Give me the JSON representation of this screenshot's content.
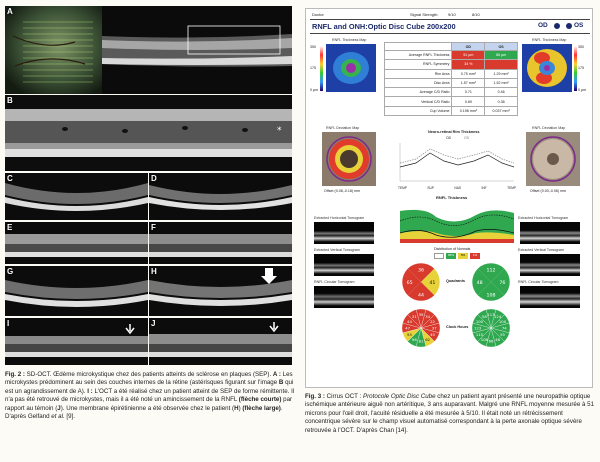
{
  "left_panels": [
    {
      "label": "A"
    },
    {
      "label": "B"
    },
    {
      "label": "C"
    },
    {
      "label": "D"
    },
    {
      "label": "E"
    },
    {
      "label": "F"
    },
    {
      "label": "G"
    },
    {
      "label": "H"
    },
    {
      "label": "I"
    },
    {
      "label": "J"
    }
  ],
  "fig2": {
    "head": "Fig. 2 :",
    "p1": " SD-OCT. Œdème microkystique chez des patients atteints de sclérose en plaques (SEP). ",
    "a": "A :",
    "p2": " Les microkystes prédominent au sein des couches internes de la rétine (astérisques figurant sur l'image ",
    "bref": "B",
    "p3": " qui est un agrandissement de A). ",
    "i": "I :",
    "p4": " L'OCT a été réalisé chez un patient atteint de SEP de forme rémittente. Il n'a pas été retrouvé de microkystes, mais il a été noté un amincissement de la RNFL ",
    "fc": "(flèche courte)",
    "p5": " par rapport au témoin (",
    "j": "J",
    "p6": "). Une membrane épirétinienne a été observée chez le patient (",
    "h": "H",
    "p7": ") ",
    "fl": "(flèche large)",
    "p8": ". D'après Gelfand ",
    "etal": "et al.",
    "p9": " [9]."
  },
  "fig3": {
    "head": "Fig. 3 :",
    "p1": " Cirrus OCT : ",
    "proto": "Protocole Optic Disc Cube",
    "p2": " chez un patient ayant présenté une neuropathie optique ischémique antérieure aiguë non artéritique, 3 ans auparavant. Malgré une RNFL moyenne mesurée à 51 microns pour l'œil droit, l'acuité résiduelle a été mesurée à 5/10. Il était noté un rétrécissement concentrique sévère sur le champ visuel automatisé correspondant à la perte axonale optique sévère retrouvée à l'OCT. D'après Chan [14]."
  },
  "report": {
    "doctor": "Doctor",
    "signal": "Signal Strength:",
    "sig_od": "9/10",
    "sig_os": "8/10",
    "title": "RNFL and ONH:Optic Disc Cube 200x200",
    "od": "OD",
    "os": "OS",
    "thickness_map": "RNFL Thickness Map",
    "deviation_map": "RNFL Deviation Map",
    "scale_top": "350",
    "scale_mid": "175",
    "scale_bot": "0 µm",
    "table": {
      "cols": [
        "OD",
        "OS"
      ],
      "rows": [
        {
          "label": "Average RNFL Thickness",
          "od": "51 µm",
          "os": "86 µm"
        },
        {
          "label": "RNFL Symmetry",
          "od": "34 %",
          "os": ""
        },
        {
          "label": "Rim Area",
          "od": "0.75 mm²",
          "os": "1.29 mm²"
        },
        {
          "label": "Disc Area",
          "od": "1.57 mm²",
          "os": "1.52 mm²"
        },
        {
          "label": "Average C/D Ratio",
          "od": "0.71",
          "os": "0.46"
        },
        {
          "label": "Vertical C/D Ratio",
          "od": "0.69",
          "os": "0.38"
        },
        {
          "label": "Cup Volume",
          "od": "0.198 mm³",
          "os": "0.037 mm³"
        }
      ]
    },
    "neuro_rim": "Neuro-retinal Rim Thickness",
    "rnfl_thickness": "RNFL Thickness",
    "offset_od": "Offset (0.08,-0.18) mm",
    "offset_os": "Offset (0.00,-0.06) mm",
    "axis_ticks": [
      "TEMP",
      "SUP",
      "NAS",
      "INF",
      "TEMP"
    ],
    "legend_od": "OD",
    "legend_os": "OS",
    "h_tomo": "Extracted Horizontal Tomogram",
    "v_tomo": "Extracted Vertical Tomogram",
    "c_tomo": "RNFL Circular Tomogram",
    "distribution": "Distribution of Normals",
    "dist_vals": [
      "95%",
      "5%",
      "1%"
    ],
    "quadrants": "Quadrants",
    "clock_hours": "Clock Hours",
    "quad_od": [
      "36",
      "41",
      "44",
      "65"
    ],
    "quad_os": [
      "112",
      "76",
      "108",
      "48"
    ],
    "clock_od": [
      "39",
      "34",
      "22",
      "37",
      "45",
      "62",
      "81",
      "96",
      "55",
      "47",
      "44",
      "31"
    ],
    "clock_os": [
      "113",
      "124",
      "100",
      "74",
      "55",
      "46",
      "66",
      "108",
      "115",
      "123",
      "100",
      "58"
    ]
  },
  "colors": {
    "normal_green": "#2fa84f",
    "borderline_yellow": "#e8d23a",
    "abnormal_red": "#d83a2e",
    "white_supra": "#ffffff",
    "od_blue": "#1b2a6b"
  }
}
